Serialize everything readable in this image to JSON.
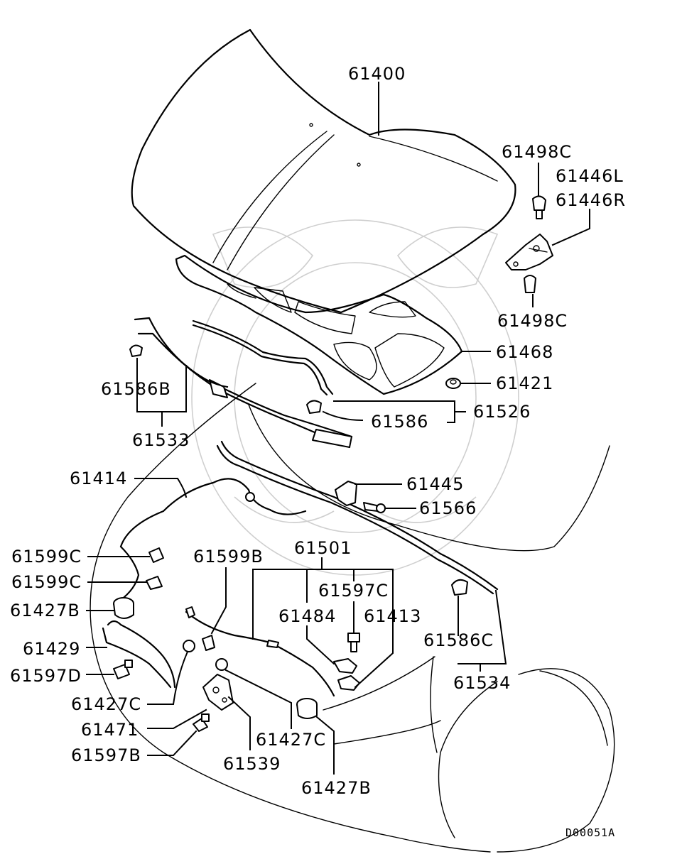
{
  "diagram": {
    "labels": {
      "p61400": "61400",
      "p61498C_top": "61498C",
      "p61446L": "61446L",
      "p61446R": "61446R",
      "p61498C_bottom": "61498C",
      "p61468": "61468",
      "p61421": "61421",
      "p61586B": "61586B",
      "p61526": "61526",
      "p61586": "61586",
      "p61533": "61533",
      "p61414": "61414",
      "p61445": "61445",
      "p61566": "61566",
      "p61599C_a": "61599C",
      "p61599C_b": "61599C",
      "p61599B": "61599B",
      "p61501": "61501",
      "p61597C": "61597C",
      "p61427B_left": "61427B",
      "p61484": "61484",
      "p61413": "61413",
      "p61429": "61429",
      "p61586C": "61586C",
      "p61597D": "61597D",
      "p61534": "61534",
      "p61427C_left": "61427C",
      "p61471": "61471",
      "p61427C_right": "61427C",
      "p61597B": "61597B",
      "p61539": "61539",
      "p61427B_bottom": "61427B"
    },
    "drawing_code": "D00051A"
  }
}
